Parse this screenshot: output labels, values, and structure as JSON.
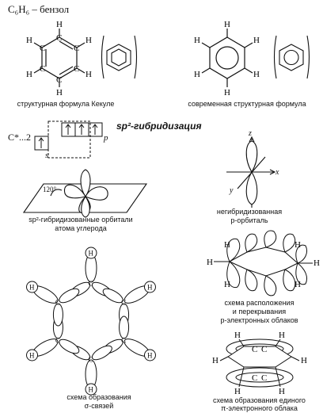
{
  "title": "C₆H₆ – бензол",
  "atoms": {
    "C": "C",
    "H": "H"
  },
  "captions": {
    "kekule": "структурная формула Кекуле",
    "modern": "современная структурная формула",
    "sp2_orbitals_1": "sp²-гибридизованные орбитали",
    "sp2_orbitals_2": "атома углерода",
    "unhybrid_1": "негибридизованная",
    "unhybrid_2": "p-орбиталь",
    "overlap_1": "схема расположения",
    "overlap_2": "и перекрывания",
    "overlap_3": "p-электронных облаков",
    "sigma_1": "схема образования",
    "sigma_2": "σ-связей",
    "pi_1": "схема образования единого",
    "pi_2": "π-электронного облака"
  },
  "hybridization": {
    "config": "C*...2",
    "label": "sp²-гибридизация",
    "s": "s",
    "p": "p",
    "angle": "120°"
  },
  "axes": {
    "x": "x",
    "y": "y",
    "z": "z"
  }
}
